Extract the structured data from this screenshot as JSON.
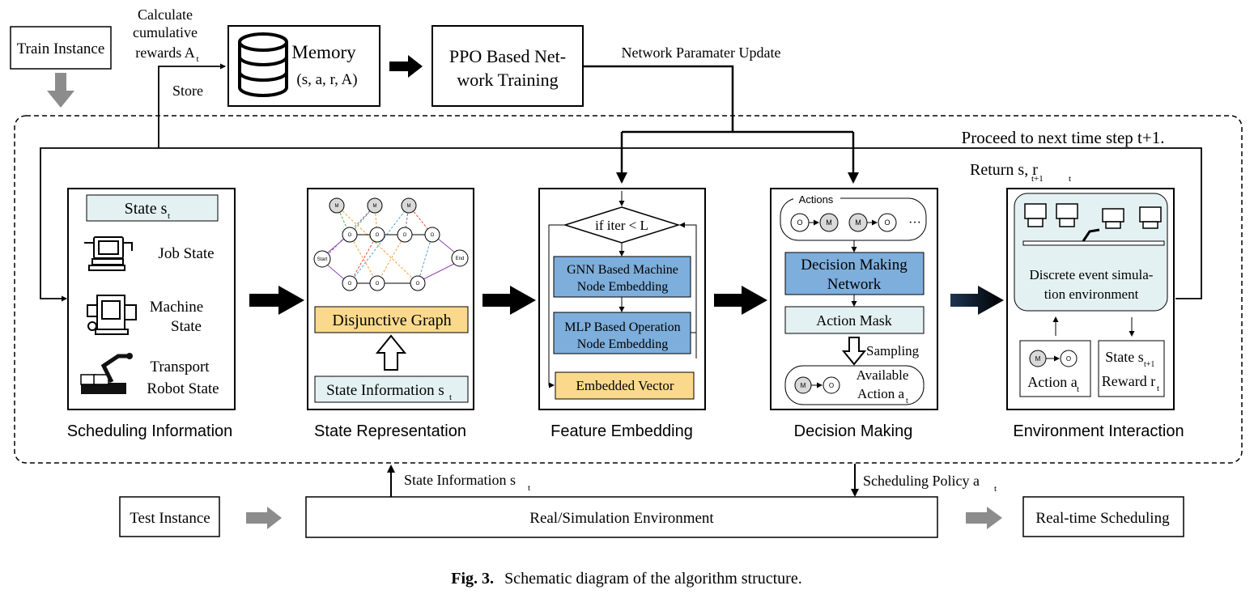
{
  "top": {
    "train_instance": "Train Instance",
    "calc_lines": [
      "Calculate",
      "cumulative",
      "rewards A"
    ],
    "calc_sub": "t",
    "store": "Store",
    "memory_title": "Memory",
    "memory_tuple": "(s, a, r, A)",
    "ppo_lines": [
      "PPO Based Net-",
      "work Training"
    ],
    "network_update": "Network Paramater Update",
    "proceed": "Proceed to next time step t+1.",
    "return_text": "Return  s, r",
    "return_subs": [
      "t+1",
      "t"
    ]
  },
  "panels": {
    "scheduling": {
      "state_label": "State s",
      "state_sub": "t",
      "job_state": "Job State",
      "machine_state": [
        "Machine",
        "State"
      ],
      "robot_state": [
        "Transport",
        "Robot State"
      ],
      "caption": "Scheduling Information"
    },
    "representation": {
      "graph_nodes": [
        "M",
        "M",
        "M",
        "O",
        "O",
        "O",
        "O",
        "Start",
        "End",
        "O",
        "O",
        "O"
      ],
      "disjunctive": "Disjunctive Graph",
      "state_info": "State Information s",
      "state_info_sub": "t",
      "caption": "State Representation"
    },
    "embedding": {
      "loop_cond": "if  iter <  L",
      "gnn": [
        "GNN Based Machine",
        "Node Embedding"
      ],
      "mlp": [
        "MLP Based Operation",
        "Node Embedding"
      ],
      "embedded": "Embedded Vector",
      "caption": "Feature Embedding"
    },
    "decision": {
      "actions_label": "Actions",
      "action_nodes": [
        "O",
        "M",
        "M",
        "O"
      ],
      "ellipsis": "···",
      "network": [
        "Decision Making",
        "Network"
      ],
      "mask": "Action Mask",
      "sampling": "Sampling",
      "avail_nodes": [
        "M",
        "O"
      ],
      "available": [
        "Available",
        "Action a"
      ],
      "available_sub": "t",
      "caption": "Decision Making"
    },
    "environment": {
      "sim": [
        "Discrete event simula-",
        "tion environment"
      ],
      "action_nodes": [
        "M",
        "O"
      ],
      "action_label": "Action a",
      "action_sub": "t",
      "state_label": "State s",
      "state_sub": "t+1",
      "reward_label": "Reward r",
      "reward_sub": "t",
      "caption": "Environment Interaction"
    }
  },
  "bottom": {
    "state_info": "State Information s",
    "state_info_sub": "t",
    "policy": "Scheduling Policy a",
    "policy_sub": "t",
    "test_instance": "Test Instance",
    "env": "Real/Simulation Environment",
    "realtime": "Real-time Scheduling"
  },
  "caption": {
    "label": "Fig. 3.",
    "text": "Schematic diagram of the algorithm structure."
  },
  "colors": {
    "light_blue_fill": "#e4f1f3",
    "blue_box": "#7eaedb",
    "yellow_box": "#fbd98c",
    "gray_arrow": "#8c8c8c"
  }
}
